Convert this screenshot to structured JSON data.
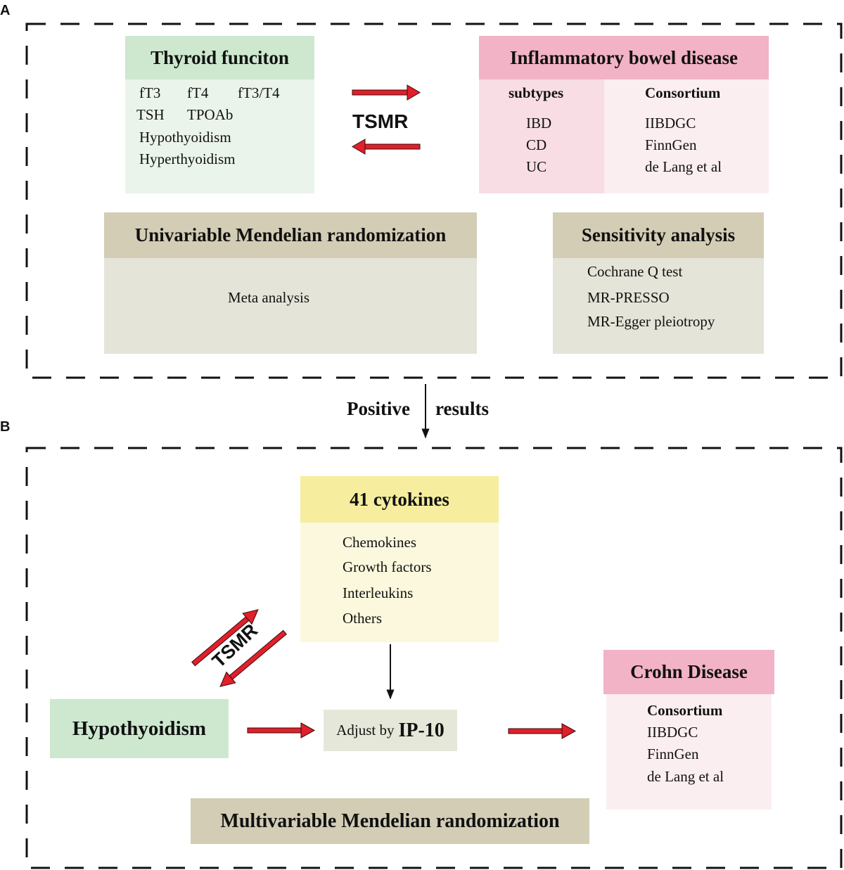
{
  "panel_a": {
    "label": "A",
    "thyroid": {
      "title": "Thyroid funciton",
      "items": [
        "fT3",
        "fT4",
        "fT3/T4",
        "TSH",
        "TPOAb",
        "Hypothyoidism",
        "Hyperthyoidism"
      ],
      "header_color": "#cde8cf",
      "body_color": "#ebf4ea"
    },
    "tsmr_label": "TSMR",
    "ibd": {
      "title": "Inflammatory bowel disease",
      "subtypes_header": "subtypes",
      "subtypes": [
        "IBD",
        "CD",
        "UC"
      ],
      "consortium_header": "Consortium",
      "consortium": [
        "IIBDGC",
        "FinnGen",
        "de Lang et al"
      ],
      "header_color": "#f2b3c6",
      "left_body_color": "#f8dde4",
      "right_body_color": "#fbeef1"
    },
    "umr": {
      "title": "Univariable Mendelian randomization",
      "body": "Meta analysis",
      "header_color": "#d3cdb5",
      "body_color": "#e5e4d8"
    },
    "sensitivity": {
      "title": "Sensitivity analysis",
      "items": [
        "Cochrane Q test",
        "MR-PRESSO",
        "MR-Egger pleiotropy"
      ]
    }
  },
  "connector": {
    "left": "Positive",
    "right": "results"
  },
  "panel_b": {
    "label": "B",
    "cytokines": {
      "title": "41 cytokines",
      "items": [
        "Chemokines",
        "Growth factors",
        "Interleukins",
        "Others"
      ],
      "header_color": "#f6ee9e",
      "body_color": "#fbf8dd"
    },
    "tsmr_label": "TSMR",
    "hypothyroidism": "Hypothyoidism",
    "adjust_prefix": "Adjust by",
    "adjust_target": "IP-10",
    "crohn": {
      "title": "Crohn Disease",
      "consortium_header": "Consortium",
      "consortium": [
        "IIBDGC",
        "FinnGen",
        "de Lang et al"
      ]
    },
    "mvmr": "Multivariable Mendelian randomization"
  },
  "colors": {
    "arrow_red": "#e0202a",
    "arrow_dark": "#3a0a0a",
    "dash": "#111111"
  }
}
